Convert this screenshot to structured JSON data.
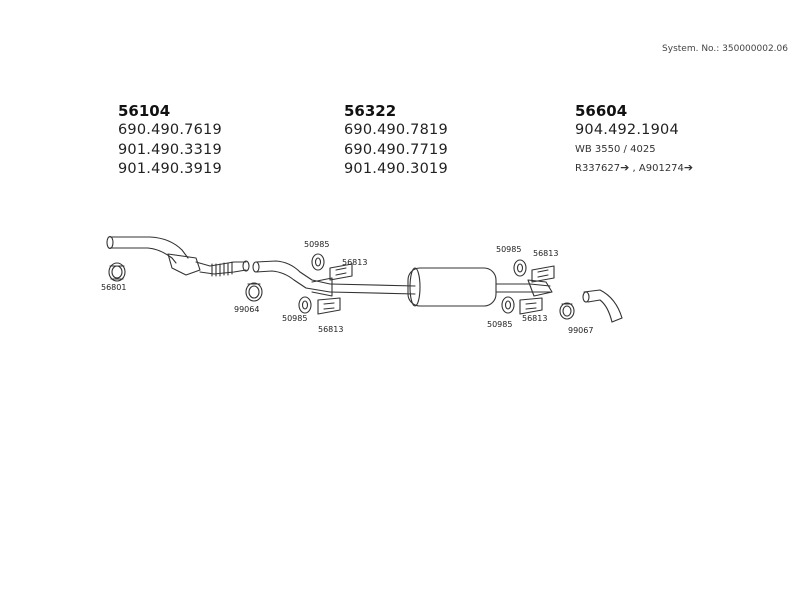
{
  "system_no": "System. No.: 350000002.06",
  "columns": [
    {
      "title": "56104",
      "lines": [
        "690.490.7619",
        "901.490.3319",
        "901.490.3919"
      ]
    },
    {
      "title": "56322",
      "lines": [
        "690.490.7819",
        "690.490.7719",
        "901.490.3019"
      ]
    },
    {
      "title": "56604",
      "lines": [
        "904.492.1904"
      ],
      "wb": "WB  3550 / 4025",
      "refs": [
        "R337627",
        "A901274"
      ],
      "ref_sep": " ,  "
    }
  ],
  "diagram": {
    "labels": {
      "clamp_front": "56801",
      "clamp_mid": "99064",
      "clamp_rear": "99067",
      "hanger_1_top": "50985",
      "bracket_1_top": "56813",
      "hanger_1_bottom": "50985",
      "bracket_1_bottom": "56813",
      "hanger_2_top": "50985",
      "bracket_2_top": "56813",
      "hanger_2_bottom": "50985",
      "bracket_2_bottom": "56813"
    }
  }
}
